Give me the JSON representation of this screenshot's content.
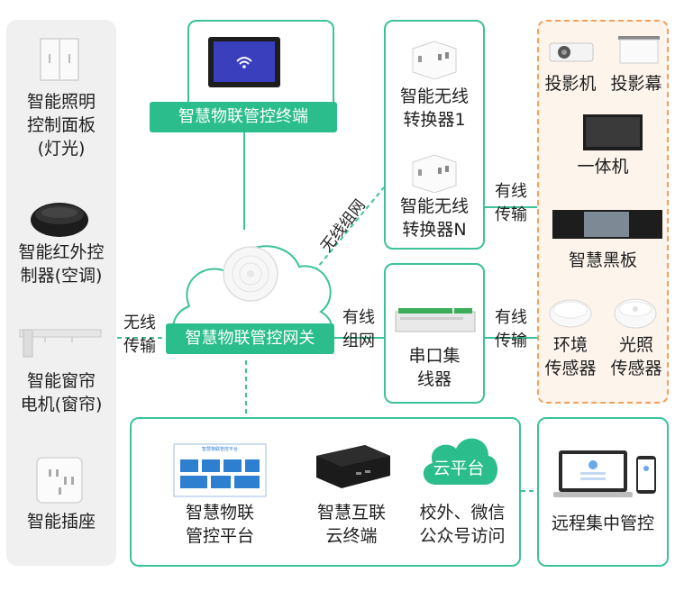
{
  "devices": {
    "lighting": "智能照明\n控制面板\n(灯光)",
    "ir": "智能红外控\n制器(空调)",
    "curtain": "智能窗帘\n电机(窗帘)",
    "socket": "智能插座"
  },
  "terminal_label": "智慧物联管控终端",
  "gateway_label": "智慧物联管控网关",
  "converter1": "智能无线\n转换器1",
  "converterN": "智能无线\n转换器N",
  "serial_hub": "串口集\n线器",
  "links": {
    "wireless_mesh": "无线组网",
    "wireless_transfer": "无线\n传输",
    "wired_mesh": "有线\n组网",
    "wired_transfer_1": "有线\n传输",
    "wired_transfer_2": "有线\n传输"
  },
  "outputs": {
    "projector": "投影机",
    "screen": "投影幕",
    "aio": "一体机",
    "blackboard": "智慧黑板",
    "env_sensor": "环境\n传感器",
    "light_sensor": "光照\n传感器"
  },
  "bottom": {
    "platform": "智慧物联\n管控平台",
    "platform_screen_title": "智慧物联管控平台",
    "cloud_terminal": "智慧互联\n云终端",
    "cloud_platform": "云平台",
    "access": "校外、微信\n公众号访问",
    "remote": "远程集中管控"
  },
  "colors": {
    "green": "#2bbd8c",
    "border": "#3cc29a",
    "orange": "#f5a05a",
    "panel": "#f0f0f0"
  }
}
